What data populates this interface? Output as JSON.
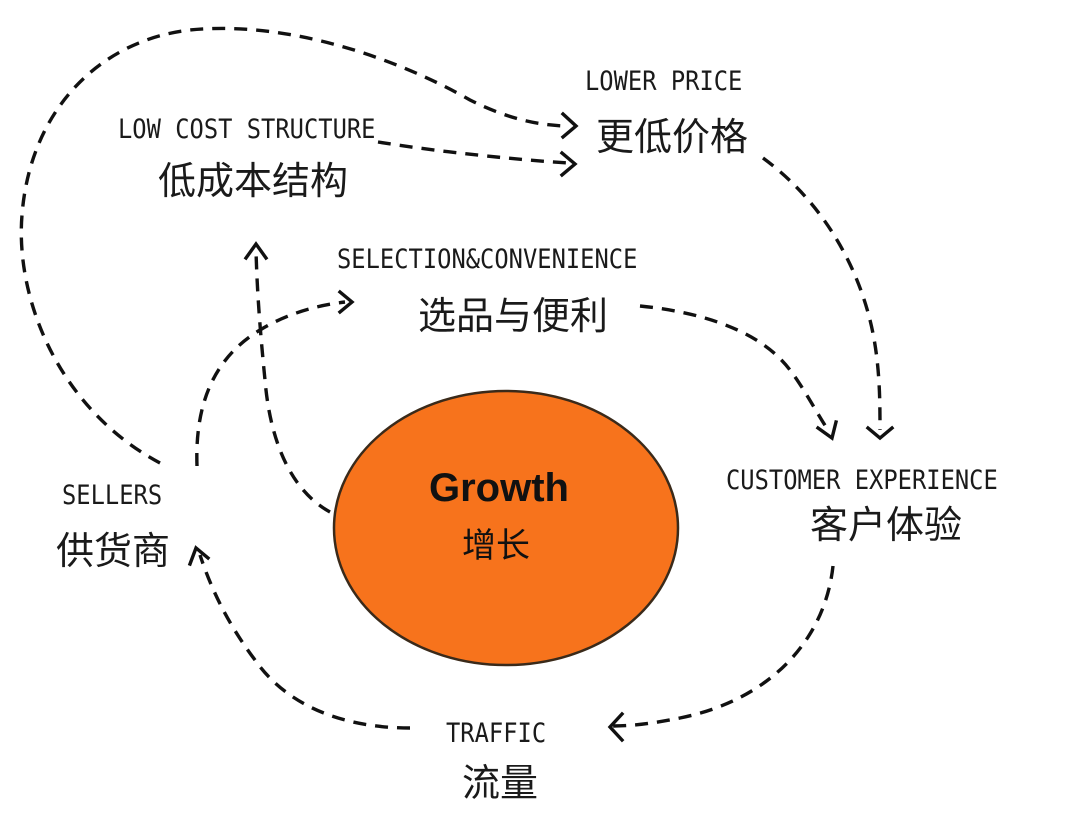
{
  "diagram": {
    "title": "Amazon Flywheel",
    "center": {
      "label_en": "Growth",
      "label_zh": "增长",
      "fill_color": "#F7731C",
      "stroke_color": "#3a2a1a"
    },
    "nodes": {
      "low_cost": {
        "label_en": "LOW COST STRUCTURE",
        "label_zh": "低成本结构"
      },
      "lower_price": {
        "label_en": "LOWER PRICE",
        "label_zh": "更低价格"
      },
      "selection": {
        "label_en": "SELECTION&CONVENIENCE",
        "label_zh": "选品与便利"
      },
      "customer_experience": {
        "label_en": "CUSTOMER EXPERIENCE",
        "label_zh": "客户体验"
      },
      "traffic": {
        "label_en": "TRAFFIC",
        "label_zh": "流量"
      },
      "sellers": {
        "label_en": "SELLERS",
        "label_zh": "供货商"
      }
    },
    "edges": [
      {
        "from": "sellers",
        "to": "lower_price",
        "style": "dashed"
      },
      {
        "from": "low_cost",
        "to": "lower_price",
        "style": "dashed"
      },
      {
        "from": "growth",
        "to": "low_cost",
        "style": "dashed"
      },
      {
        "from": "sellers",
        "to": "selection",
        "style": "dashed"
      },
      {
        "from": "lower_price",
        "to": "customer_experience",
        "style": "dashed"
      },
      {
        "from": "selection",
        "to": "customer_experience",
        "style": "dashed"
      },
      {
        "from": "customer_experience",
        "to": "traffic",
        "style": "dashed"
      },
      {
        "from": "traffic",
        "to": "sellers",
        "style": "dashed"
      }
    ]
  }
}
